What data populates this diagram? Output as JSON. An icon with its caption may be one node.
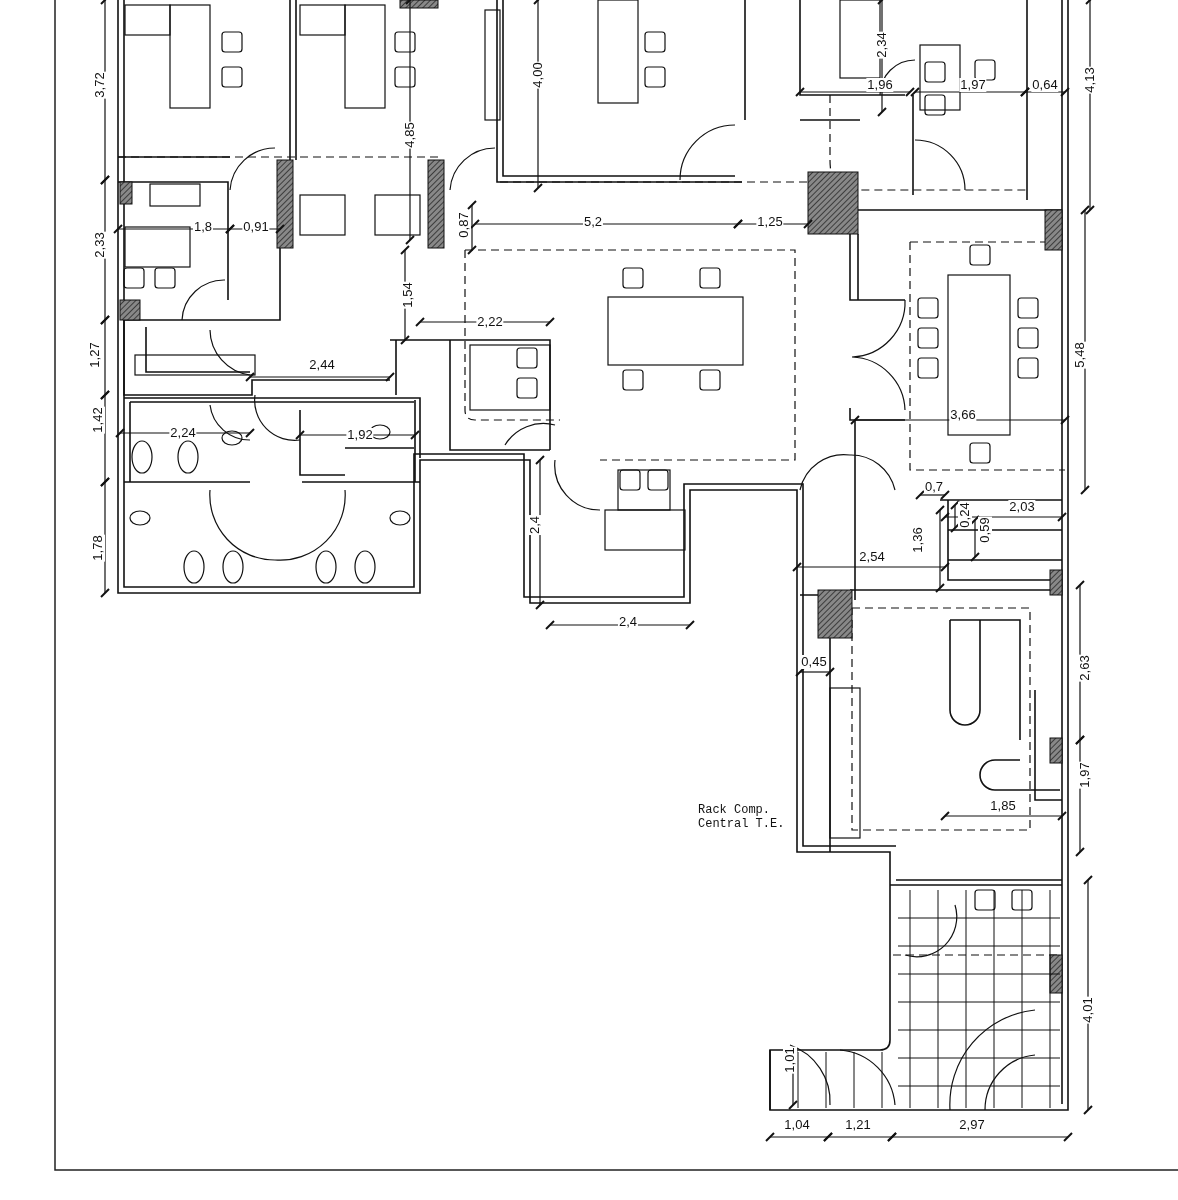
{
  "diagram": {
    "labels": [
      "3,72",
      "4,85",
      "4,00",
      "2,34",
      "1,96",
      "1,97",
      "0,64",
      "4,13",
      "5,2",
      "1,25",
      "1,8",
      "0,91",
      "0,87",
      "2,33",
      "1,54",
      "2,22",
      "1,27",
      "2,44",
      "5,48",
      "1,42",
      "2,24",
      "1,92",
      "3,66",
      "0,7",
      "1,78",
      "2,4",
      "2,54",
      "1,36",
      "0,24",
      "0,59",
      "2,03",
      "2,4",
      "2,63",
      "0,45",
      "1,97",
      "1,85",
      "Rack Comp. Central T.E.",
      "4,01",
      "1,01",
      "1,04",
      "1,21",
      "2,97"
    ]
  }
}
